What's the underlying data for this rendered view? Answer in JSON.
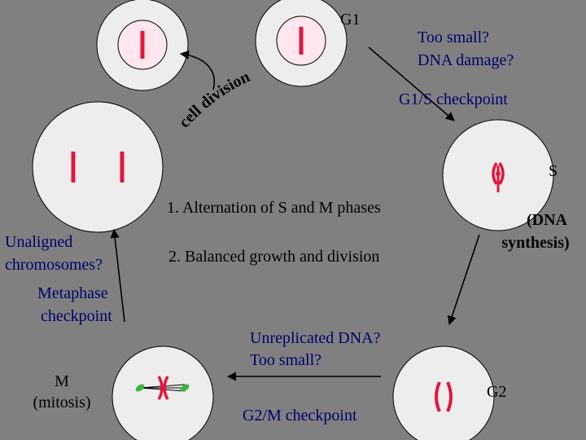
{
  "labels": {
    "g1": "G1",
    "s": "S",
    "g2": "G2",
    "m_line1": "M",
    "m_line2": "(mitosis)",
    "dna_synth_line1": "(DNA",
    "dna_synth_line2": "synthesis)",
    "cell_division": "cell division"
  },
  "checkpoints": {
    "g1s_question_line1": "Too small?",
    "g1s_question_line2": "DNA damage?",
    "g1s_name": "G1/S checkpoint",
    "g2m_question_line1": "Unreplicated DNA?",
    "g2m_question_line2": "Too small?",
    "g2m_name": "G2/M checkpoint",
    "meta_question_line1": "Unaligned",
    "meta_question_line2": "chromosomes?",
    "meta_name_line1": "Metaphase",
    "meta_name_line2": "checkpoint"
  },
  "principles": [
    "1. Alternation of S and M phases",
    "2. Balanced growth and division"
  ],
  "colors": {
    "background": "#808080",
    "cell_fill": "#ededed",
    "nucleus_fill": "#ffe6ef",
    "chromosome": "#e3163c",
    "spindle": "#3fb43f",
    "checkpoint_text": "#00006e"
  }
}
